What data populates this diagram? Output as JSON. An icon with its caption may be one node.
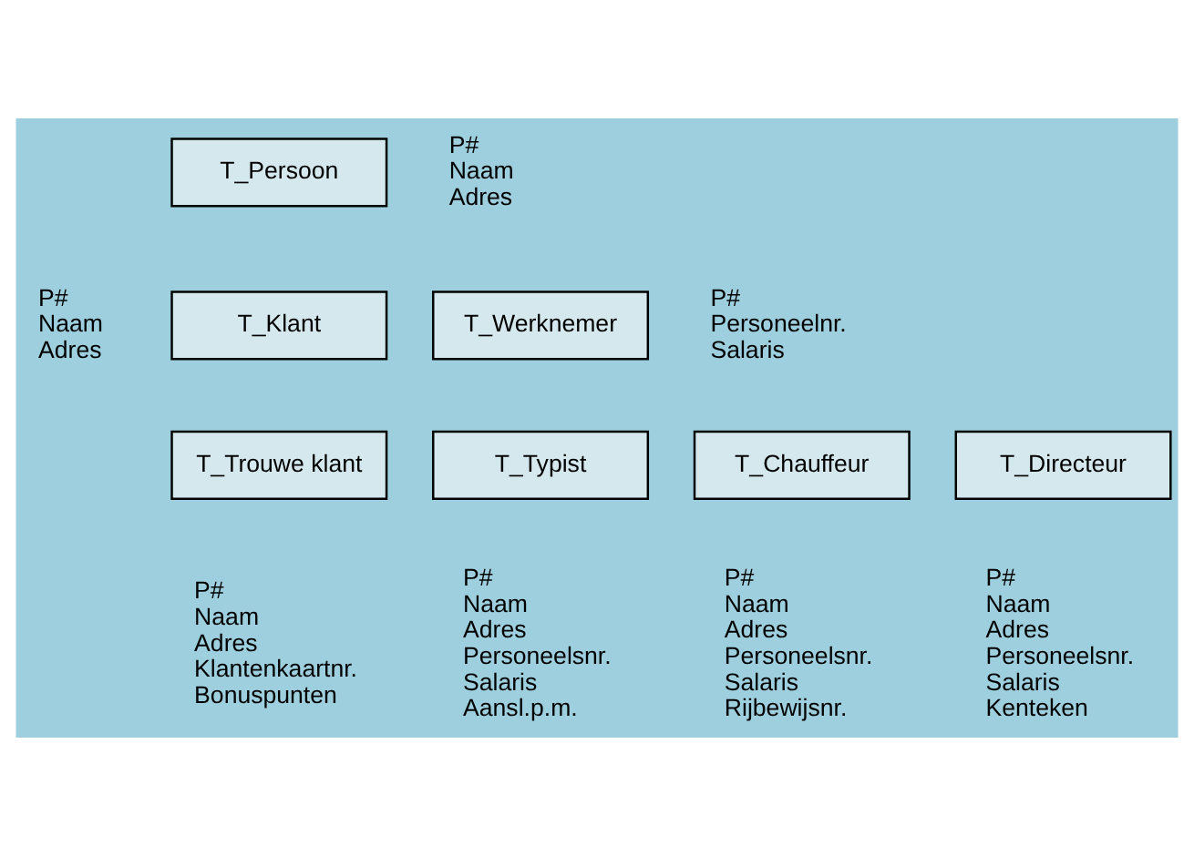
{
  "diagram": {
    "nodes": [
      {
        "text": [
          "T_Persoon"
        ],
        "beside": [
          "P#",
          "Naam",
          "Adres"
        ]
      },
      {
        "text": [
          "T_Klant"
        ],
        "beside": [
          "P#",
          "Naam",
          "Adres"
        ]
      },
      {
        "text": [
          "T_Werknemer"
        ],
        "beside": [
          "P#",
          "Personeelnr.",
          "Salaris"
        ]
      },
      {
        "text": [
          "T_Trouwe klant"
        ],
        "beside": [
          "P#",
          "Naam",
          "Adres",
          "Klantenkaartnr.",
          "Bonuspunten"
        ]
      },
      {
        "text": [
          "T_Typist"
        ],
        "beside": [
          "P#",
          "Naam",
          "Adres",
          "Personeelsnr.",
          "Salaris",
          "Aansl.p.m."
        ]
      },
      {
        "text": [
          "T_Chauffeur"
        ],
        "beside": [
          "P#",
          "Naam",
          "Adres",
          "Personeelsnr.",
          "Salaris",
          "Rijbewijsnr."
        ]
      },
      {
        "text": [
          "T_Directeur"
        ],
        "beside": [
          "P#",
          "Naam",
          "Adres",
          "Personeelsnr.",
          "Salaris",
          "Kenteken"
        ]
      }
    ],
    "edges": []
  }
}
